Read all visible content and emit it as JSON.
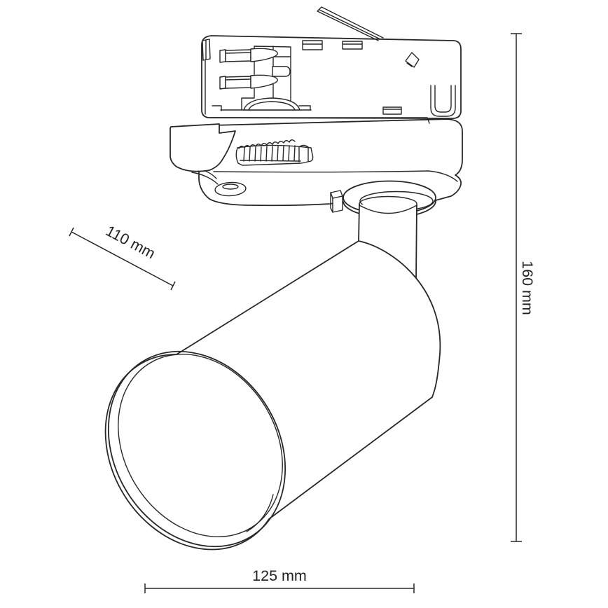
{
  "diagram": {
    "subject": "track spotlight dimension drawing",
    "background": "#ffffff",
    "line_color": "#2a2627",
    "dimensions": {
      "diagonal": {
        "label": "110 mm"
      },
      "vertical": {
        "label": "160 mm"
      },
      "horizontal": {
        "label": "125 mm"
      }
    }
  }
}
